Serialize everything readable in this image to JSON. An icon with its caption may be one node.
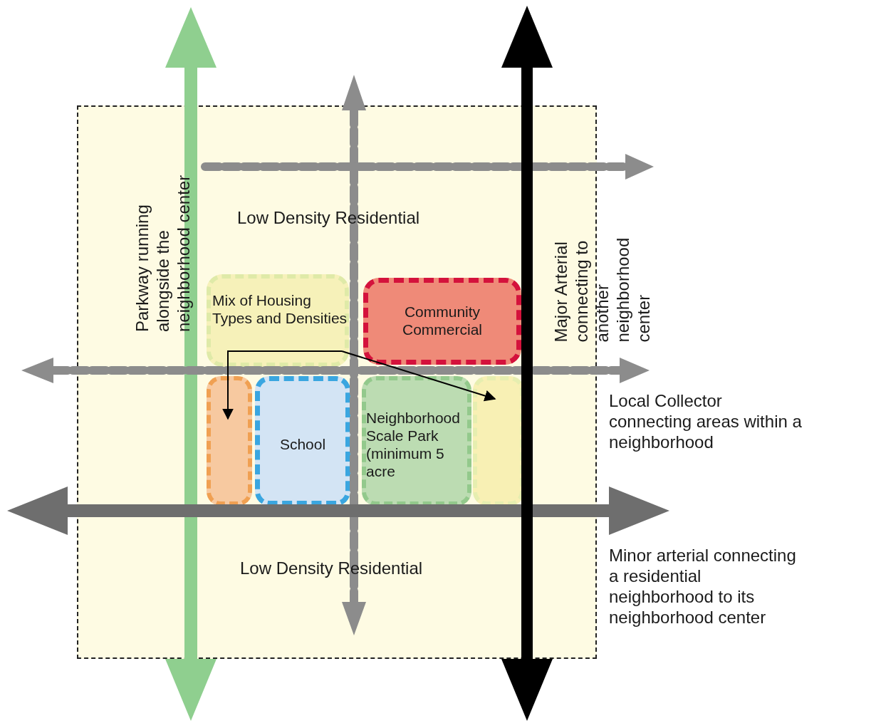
{
  "diagram": {
    "nodes": [
      {
        "text": [],
        "shape": "box"
      },
      {
        "text": [
          "Mix of Housing Types and Densities"
        ],
        "in": 0
      },
      {
        "text": [
          "Community Commercial"
        ],
        "in": 0
      },
      {
        "text": [],
        "shape": "box",
        "in": 0
      },
      {
        "text": [
          "School"
        ],
        "in": 0
      },
      {
        "text": [
          "Neighborhood Scale Park (minimum 5 acre"
        ],
        "in": 0
      },
      {
        "text": [],
        "shape": "box",
        "in": 0
      }
    ],
    "edges": [
      {
        "from": 1,
        "to": 3,
        "arrow": "to"
      },
      {
        "from": 1,
        "to": 6,
        "arrow": "to"
      }
    ],
    "labels": [
      "Parkway running alongside the neighborhood center",
      "Low Density Residential",
      "Major Arterial connecting to another neighborhood center",
      "Local Collector connecting areas within a neighborhood",
      "Low Density Residential",
      "Minor arterial connecting a residential neighborhood to its neighborhood center"
    ]
  }
}
